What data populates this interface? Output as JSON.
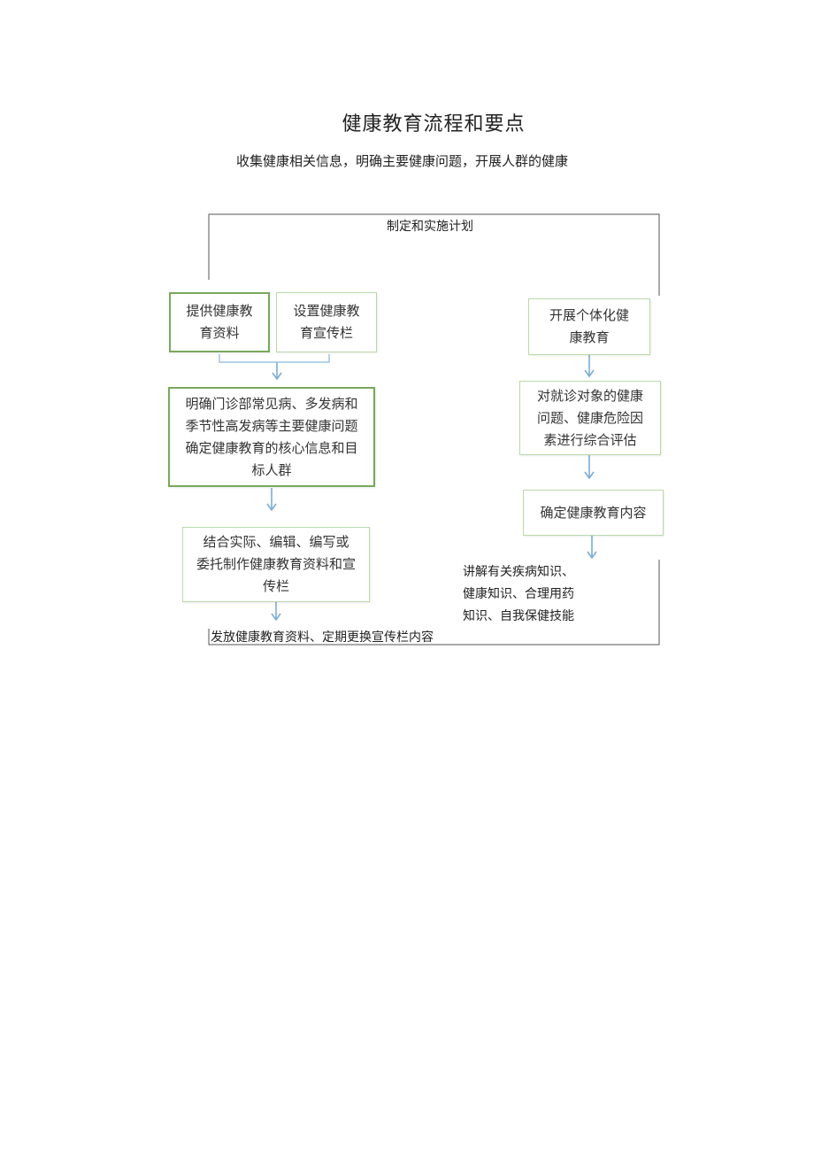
{
  "page": {
    "title": "健康教育流程和要点",
    "subtitle": "收集健康相关信息，明确主要健康问题，开展人群的健康",
    "plan_label": "制定和实施计划"
  },
  "left_flow": {
    "box_materials": "提供健康教育资料",
    "box_board": "设置健康教育宣传栏",
    "box_core_info": "明确门诊部常见病、多发病和季节性高发病等主要健康问题确定健康教育的核心信息和目标人群",
    "box_produce": "结合实际、编辑、编写或 委托制作健康教育资料和宣传栏",
    "distribute_label": "发放健康教育资料、定期更换宣传栏内容"
  },
  "right_flow": {
    "box_individual": "开展个体化健康教育",
    "box_assess": "对就诊对象的健康问题、健康危险因素进行综合评估",
    "box_content": "确定健康教育内容",
    "knowledge_line1": "讲解有关疾病知识、",
    "knowledge_line2": "健康知识、合理用药",
    "knowledge_line3": "知识、自我保健技能"
  },
  "colors": {
    "box_border": "#bcd8ac",
    "box_border_bold": "#78a85c",
    "arrow": "#7aaed6",
    "frame_line": "#555555"
  }
}
